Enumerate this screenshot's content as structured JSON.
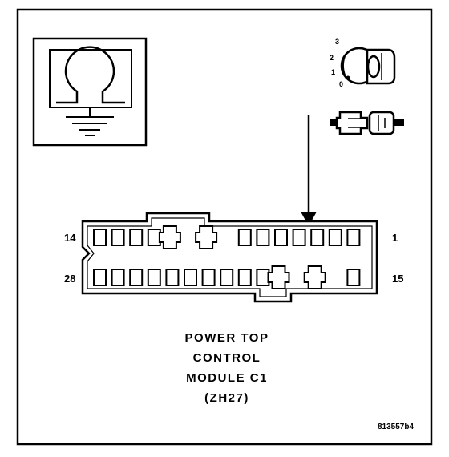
{
  "connector": {
    "top_left_pin": "14",
    "top_right_pin": "1",
    "bottom_left_pin": "28",
    "bottom_right_pin": "15"
  },
  "ignition_key": {
    "positions": [
      "3",
      "2",
      "1",
      "0"
    ]
  },
  "caption": {
    "lines": [
      "POWER TOP",
      "CONTROL",
      "MODULE C1",
      "(ZH27)"
    ]
  },
  "figure_id": "813557b4"
}
